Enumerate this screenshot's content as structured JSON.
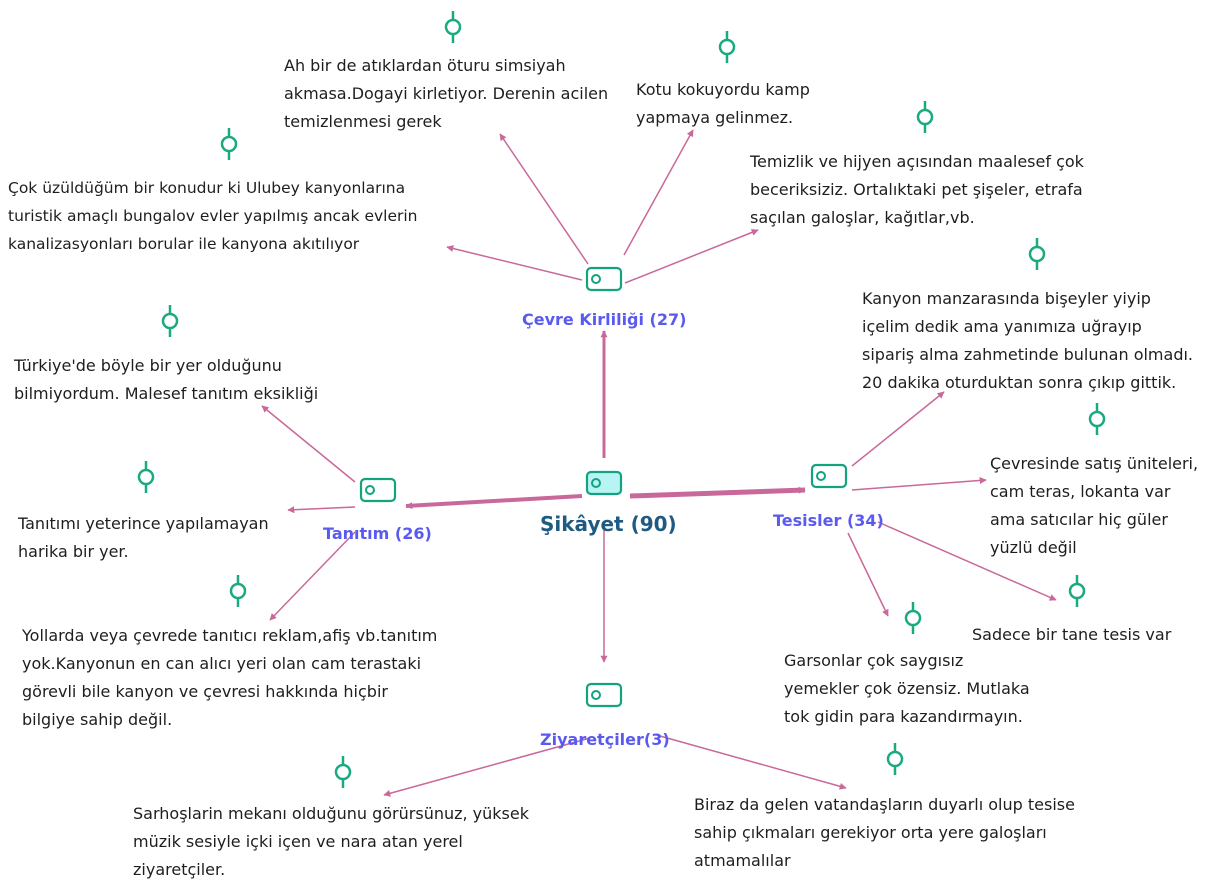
{
  "root": {
    "label": "Şikâyet (90)"
  },
  "codes": {
    "cevre": {
      "label": "Çevre Kirliliği (27)"
    },
    "tanitim": {
      "label": "Tanıtım (26)"
    },
    "tesisler": {
      "label": "Tesisler (34)"
    },
    "ziyaretciler": {
      "label": "Ziyaretçiler(3)"
    }
  },
  "quotes": {
    "atik": "Ah bir de atıklardan öturu simsiyah\nakmasa.Dogayi kirletiyor. Derenin acilen\ntemizlenmesi gerek",
    "koku": "Kotu kokuyordu kamp\nyapmaya gelinmez.",
    "hijyen": "Temizlik ve hijyen açısından maalesef çok\nbeceriksiziz. Ortalıktaki pet şişeler, etrafa\nsaçılan galoşlar, kağıtlar,vb.",
    "bungalov": "Çok üzüldüğüm bir konudur ki Ulubey kanyonlarına\nturistik amaçlı bungalov evler yapılmış ancak evlerin\nkanalizasyonları borular ile kanyona akıtılıyor",
    "turkiye": "Türkiye'de böyle bir yer olduğunu\nbilmiyordum. Malesef tanıtım eksikliği",
    "tanitimi": "Tanıtımı yeterince yapılamayan\nharika bir yer.",
    "yollarda": "Yollarda veya çevrede tanıtıcı reklam,afiş vb.tanıtım\nyok.Kanyonun en can alıcı yeri olan cam terastaki\ngörevli bile kanyon ve çevresi hakkında hiçbir\nbilgiye sahip değil.",
    "manzara": "Kanyon manzarasında bişeyler yiyip\niçelim dedik ama yanımıza uğrayıp\nsipariş alma zahmetinde bulunan olmadı.\n20 dakika oturduktan sonra çıkıp gittik.",
    "satis": "Çevresinde satış üniteleri,\ncam teras, lokanta var\nama satıcılar hiç güler\nyüzlü değil",
    "tektesis": "Sadece bir tane tesis var",
    "garson": "Garsonlar çok saygısız\nyemekler çok özensiz. Mutlaka\ntok gidin para kazandırmayın.",
    "sarhos": "Sarhoşlarin mekanı olduğunu görürsünuz, yüksek\nmüzik sesiyle içki içen ve nara atan yerel\nziyaretçiler.",
    "vatandas": "Biraz da gelen vatandaşların duyarlı olup tesise\nsahip çıkmaları gerekiyor orta yere galoşları\natmamalılar"
  },
  "colors": {
    "edge": "#c9689a",
    "code_icon": "#14a37f",
    "root_icon_fill": "#b9f4f4",
    "quote_icon": "#1aaa80",
    "code_label": "#5a5af0",
    "root_label": "#1f5a82",
    "text": "#1e1e1e"
  },
  "icons": {
    "code": "code-tag-icon",
    "quote": "quotation-pin-icon"
  }
}
